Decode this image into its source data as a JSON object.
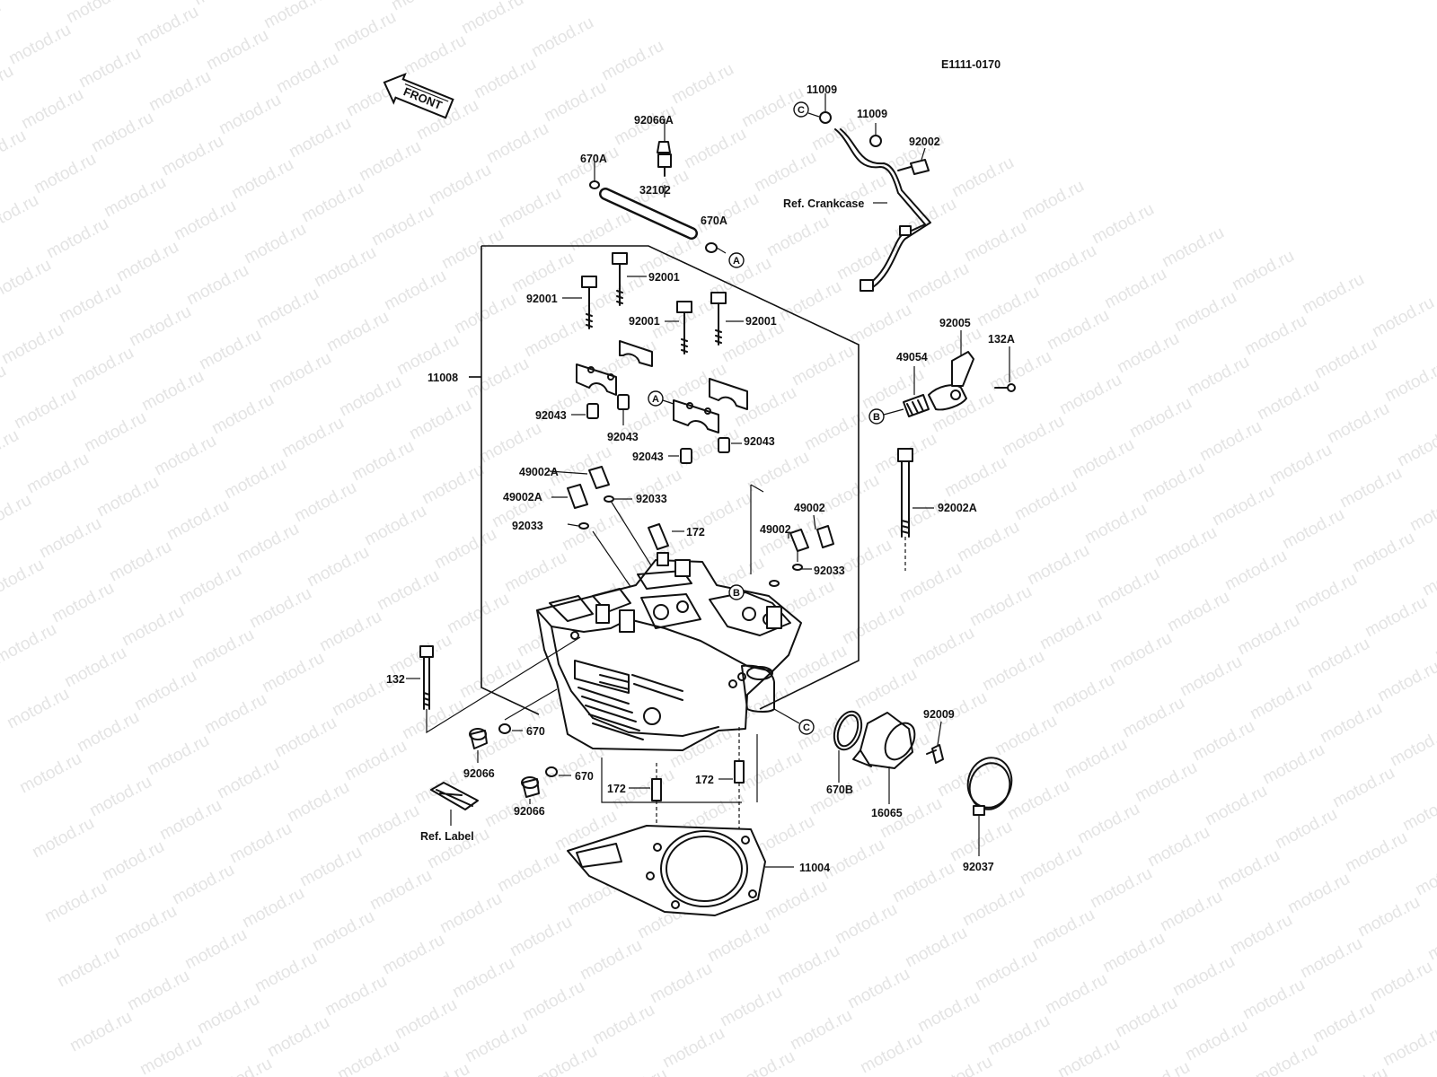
{
  "diagram_code": "E1111-0170",
  "front_label": "FRONT",
  "watermark": "motod.ru",
  "reference_labels": {
    "crankcase": "Ref. Crankcase",
    "label": "Ref. Label"
  },
  "parts": {
    "p92066A": "92066A",
    "p670A_1": "670A",
    "p32102": "32102",
    "p670A_2": "670A",
    "p11009_1": "11009",
    "p11009_2": "11009",
    "p92002": "92002",
    "p92001_1": "92001",
    "p92001_2": "92001",
    "p92001_3": "92001",
    "p92001_4": "92001",
    "p11008": "11008",
    "p92043_1": "92043",
    "p92043_2": "92043",
    "p92043_3": "92043",
    "p92043_4": "92043",
    "p92005": "92005",
    "p49054": "49054",
    "p132A": "132A",
    "p49002A_1": "49002A",
    "p49002A_2": "49002A",
    "p92033_1": "92033",
    "p92033_2": "92033",
    "p92033_3": "92033",
    "p172_1": "172",
    "p49002_1": "49002",
    "p49002_2": "49002",
    "p92002A": "92002A",
    "p132": "132",
    "p670_1": "670",
    "p670_2": "670",
    "p92066_1": "92066",
    "p92066_2": "92066",
    "p172_2": "172",
    "p172_3": "172",
    "p670B": "670B",
    "p16065": "16065",
    "p92009": "92009",
    "p92037": "92037",
    "p11004": "11004"
  },
  "callouts": {
    "a1": "A",
    "a2": "A",
    "b1": "B",
    "b2": "B",
    "c1": "C",
    "c2": "C"
  }
}
